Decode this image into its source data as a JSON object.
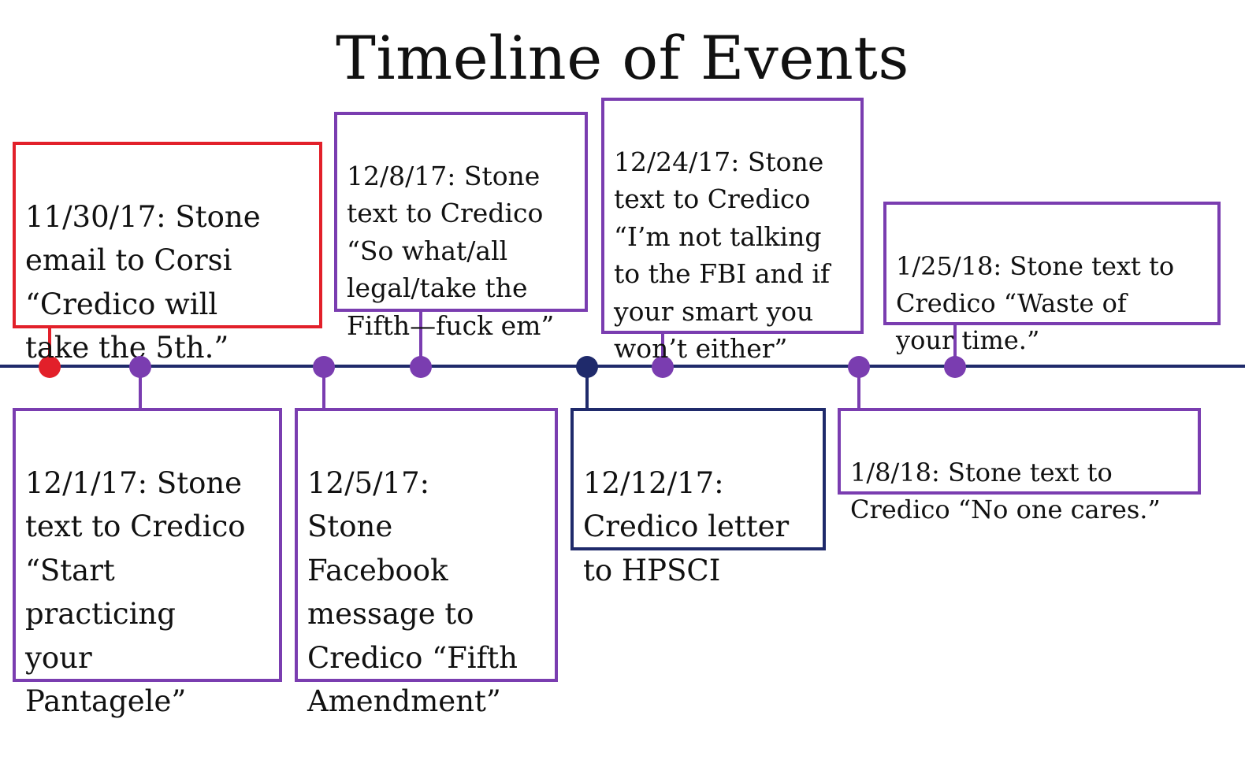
{
  "title": "Timeline of Events",
  "colors": {
    "axis": "#1f2a6b",
    "purple": "#7a3db0",
    "red": "#e2202a",
    "navy": "#1f2a6b"
  },
  "events": [
    {
      "id": "e1",
      "text": "11/30/17:  Stone\nemail to Corsi\n“Credico will\ntake the 5th.”",
      "color": "red"
    },
    {
      "id": "e2",
      "text": "12/1/17:  Stone\ntext to Credico\n“Start\npracticing\nyour\nPantagele”",
      "color": "purple"
    },
    {
      "id": "e3",
      "text": "12/5/17:\nStone\nFacebook\nmessage to\nCredico “Fifth\nAmendment”",
      "color": "purple"
    },
    {
      "id": "e4",
      "text": "12/8/17:  Stone\ntext to Credico\n“So what/all\nlegal/take the\nFifth—fuck em”",
      "color": "purple"
    },
    {
      "id": "e5",
      "text": "12/12/17:\nCredico letter\nto HPSCI",
      "color": "navy"
    },
    {
      "id": "e6",
      "text": "12/24/17: Stone\ntext to Credico\n“I’m not talking\nto the FBI and if\nyour smart you\nwon’t either”",
      "color": "purple"
    },
    {
      "id": "e7",
      "text": "1/8/18: Stone text to\nCredico “No one cares.”",
      "color": "purple"
    },
    {
      "id": "e8",
      "text": "1/25/18: Stone text to\nCredico “Waste of\nyour time.”",
      "color": "purple"
    }
  ]
}
